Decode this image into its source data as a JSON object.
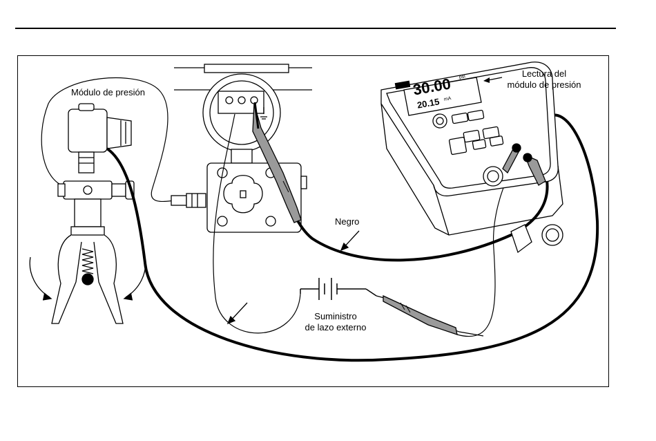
{
  "labels": {
    "pressure_module": "Módulo de presión",
    "reading_line1": "Lectura del",
    "reading_line2": "módulo de presión",
    "black": "Negro",
    "supply_line1": "Suministro",
    "supply_line2": "de lazo externo"
  },
  "display": {
    "main_value": "30.00",
    "main_unit": "psi",
    "secondary_value": "20.15",
    "secondary_unit": "mA"
  },
  "colors": {
    "line": "#000000",
    "background": "#ffffff",
    "gray": "#9a9a9a"
  }
}
